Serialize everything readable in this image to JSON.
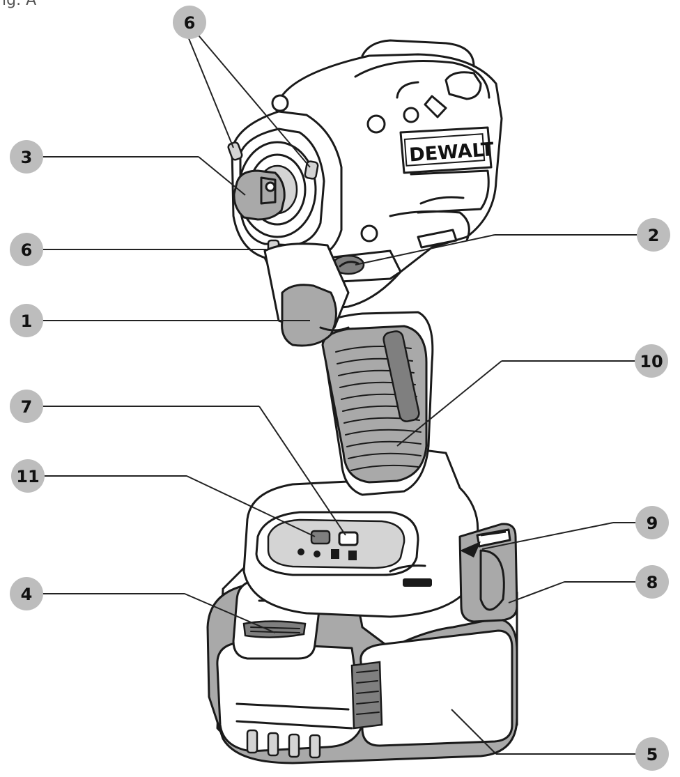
{
  "figure": {
    "label": "Fig. A",
    "brand_text": "DEWALT"
  },
  "callouts": [
    {
      "id": "c6-top",
      "number": "6"
    },
    {
      "id": "c3",
      "number": "3"
    },
    {
      "id": "c2",
      "number": "2"
    },
    {
      "id": "c6-left",
      "number": "6"
    },
    {
      "id": "c1",
      "number": "1"
    },
    {
      "id": "c10",
      "number": "10"
    },
    {
      "id": "c7",
      "number": "7"
    },
    {
      "id": "c11",
      "number": "11"
    },
    {
      "id": "c9",
      "number": "9"
    },
    {
      "id": "c8",
      "number": "8"
    },
    {
      "id": "c4",
      "number": "4"
    },
    {
      "id": "c5",
      "number": "5"
    }
  ],
  "colors": {
    "bubble": "#bdbdbd",
    "outline": "#1a1a1a",
    "grip": "#a9a9a9"
  }
}
